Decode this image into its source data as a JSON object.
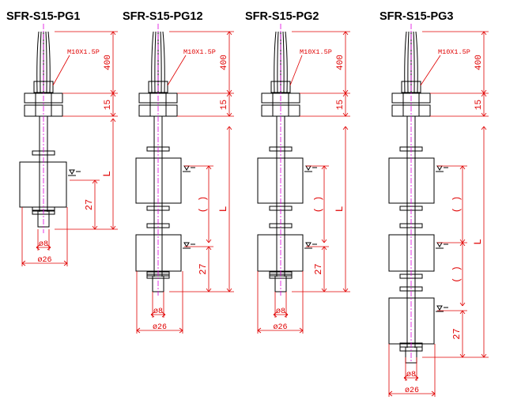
{
  "colors": {
    "outline": "#000000",
    "dimension": "#e00000",
    "centerline": "#e000e0",
    "background": "#ffffff"
  },
  "models": [
    {
      "title": "SFR-S15-PG1",
      "thread": "M10X1.5P",
      "dims": [
        "400",
        "15",
        "L",
        "27"
      ],
      "spacing_marks": [],
      "rod_diameter": "ø8",
      "float_diameter": "ø26",
      "floats": 1
    },
    {
      "title": "SFR-S15-PG12",
      "thread": "M10X1.5P",
      "dims": [
        "400",
        "15",
        "L",
        "27"
      ],
      "spacing_marks": [
        "( )"
      ],
      "rod_diameter": "ø8",
      "float_diameter": "ø26",
      "floats": 2
    },
    {
      "title": "SFR-S15-PG2",
      "thread": "M10X1.5P",
      "dims": [
        "400",
        "15",
        "L",
        "27"
      ],
      "spacing_marks": [
        "( )"
      ],
      "rod_diameter": "ø8",
      "float_diameter": "ø26",
      "floats": 2
    },
    {
      "title": "SFR-S15-PG3",
      "thread": "M10X1.5P",
      "dims": [
        "400",
        "15",
        "L",
        "27"
      ],
      "spacing_marks": [
        "( )",
        "( )"
      ],
      "rod_diameter": "ø8",
      "float_diameter": "ø26",
      "floats": 3
    }
  ]
}
